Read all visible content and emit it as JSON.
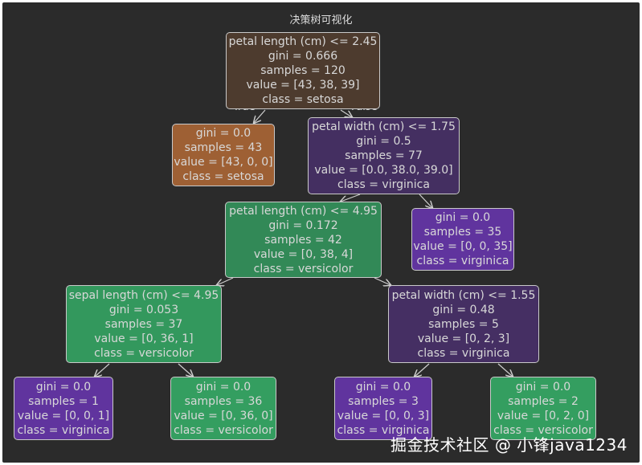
{
  "title": "决策树可视化",
  "edge_labels": {
    "true": "True",
    "false": "False"
  },
  "watermark": "掘金技术社区 @ 小锋java1234",
  "colors": {
    "background": "#2b2b2b",
    "setosa": "#e58139",
    "versicolor": "#39e581",
    "virginica": "#8139e5",
    "border": "#c9c9c9",
    "text": "#d8d8d8"
  },
  "nodes": {
    "root": {
      "lines": [
        "petal length (cm) <= 2.45",
        "gini = 0.666",
        "samples = 120",
        "value = [43, 38, 39]",
        "class = setosa"
      ]
    },
    "n1": {
      "lines": [
        "gini = 0.0",
        "samples = 43",
        "value = [43, 0, 0]",
        "class = setosa"
      ]
    },
    "n2": {
      "lines": [
        "petal width (cm) <= 1.75",
        "gini = 0.5",
        "samples = 77",
        "value = [0.0, 38.0, 39.0]",
        "class = virginica"
      ]
    },
    "n3": {
      "lines": [
        "petal length (cm) <= 4.95",
        "gini = 0.172",
        "samples = 42",
        "value = [0, 38, 4]",
        "class = versicolor"
      ]
    },
    "n4": {
      "lines": [
        "gini = 0.0",
        "samples = 35",
        "value = [0, 0, 35]",
        "class = virginica"
      ]
    },
    "n5": {
      "lines": [
        "sepal length (cm) <= 4.95",
        "gini = 0.053",
        "samples = 37",
        "value = [0, 36, 1]",
        "class = versicolor"
      ]
    },
    "n6": {
      "lines": [
        "petal width (cm) <= 1.55",
        "gini = 0.48",
        "samples = 5",
        "value = [0, 2, 3]",
        "class = virginica"
      ]
    },
    "n7": {
      "lines": [
        "gini = 0.0",
        "samples = 1",
        "value = [0, 0, 1]",
        "class = virginica"
      ]
    },
    "n8": {
      "lines": [
        "gini = 0.0",
        "samples = 36",
        "value = [0, 36, 0]",
        "class = versicolor"
      ]
    },
    "n9": {
      "lines": [
        "gini = 0.0",
        "samples = 3",
        "value = [0, 0, 3]",
        "class = virginica"
      ]
    },
    "n10": {
      "lines": [
        "gini = 0.0",
        "samples = 2",
        "value = [0, 2, 0]",
        "class = versicolor"
      ]
    }
  }
}
